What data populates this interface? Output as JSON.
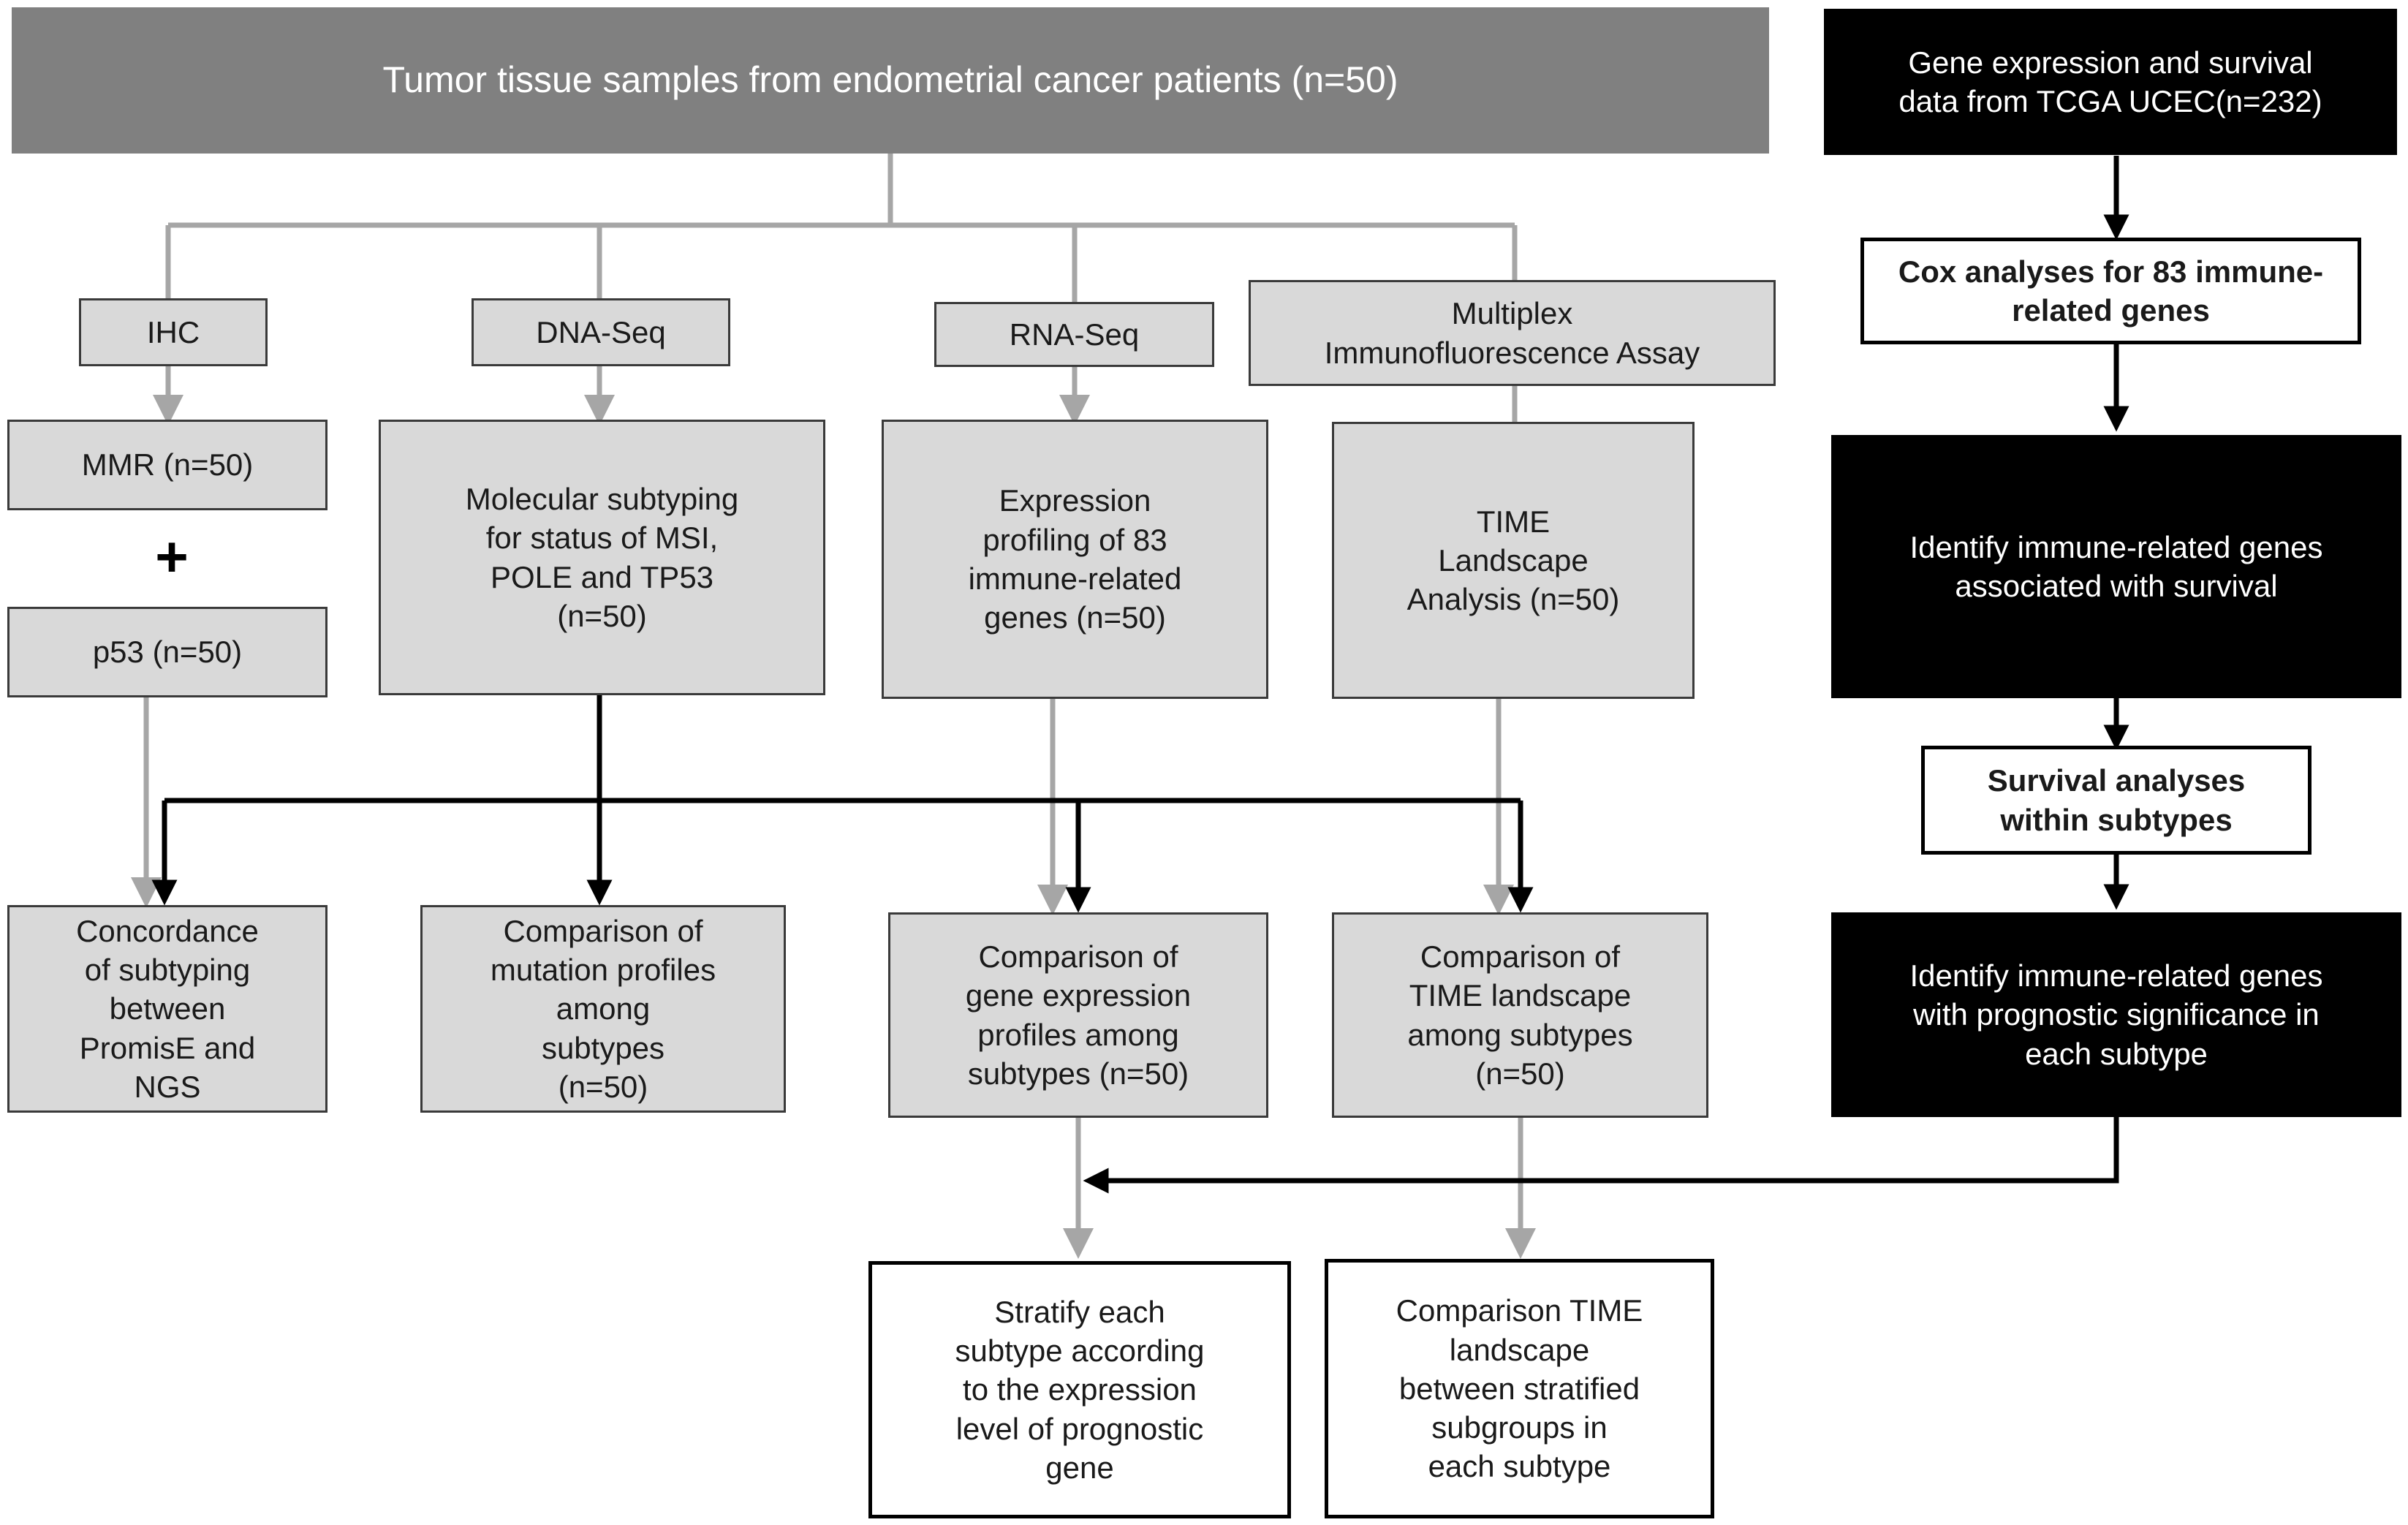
{
  "source": {
    "tumor_samples": "Tumor tissue samples from endometrial cancer patients (n=50)",
    "tcga": "Gene expression and survival\ndata from TCGA UCEC(n=232)"
  },
  "assays": {
    "ihc": "IHC",
    "dna_seq": "DNA-Seq",
    "rna_seq": "RNA-Seq",
    "mif": "Multiplex\nImmunofluorescence Assay"
  },
  "ihc_markers": {
    "mmr": "MMR (n=50)",
    "plus": "+",
    "p53": "p53 (n=50)"
  },
  "analyses": {
    "molecular_subtyping": "Molecular subtyping\nfor status of MSI,\nPOLE and TP53\n(n=50)",
    "expression_profiling": "Expression\nprofiling of 83\nimmune-related\ngenes (n=50)",
    "time_landscape": "TIME\nLandscape\nAnalysis (n=50)"
  },
  "comparisons": {
    "concordance": "Concordance\nof subtyping\nbetween\nPromisE and\nNGS",
    "mutation_profiles": "Comparison of\nmutation profiles\namong\nsubtypes\n(n=50)",
    "gene_expression": "Comparison of\ngene expression\nprofiles among\nsubtypes  (n=50)",
    "time_among_subtypes": "Comparison of\nTIME landscape\namong subtypes\n(n=50)"
  },
  "outcomes": {
    "stratify": "Stratify each\nsubtype according\nto the expression\nlevel of prognostic\ngene",
    "time_between_subgroups": "Comparison TIME\nlandscape\nbetween stratified\nsubgroups in\neach subtype"
  },
  "tcga_pipeline": {
    "cox": "Cox analyses for 83 immune-\nrelated genes",
    "survival_genes": "Identify immune-related genes\nassociated with survival",
    "survival_within": "Survival analyses\nwithin subtypes",
    "prognostic_genes": "Identify immune-related genes\nwith prognostic significance in\neach subtype"
  },
  "colors": {
    "header_fill": "#808080",
    "box_fill": "#d9d9d9",
    "gray_connector": "#a6a6a6",
    "black_connector": "#000000",
    "dark_box_fill": "#000000"
  }
}
